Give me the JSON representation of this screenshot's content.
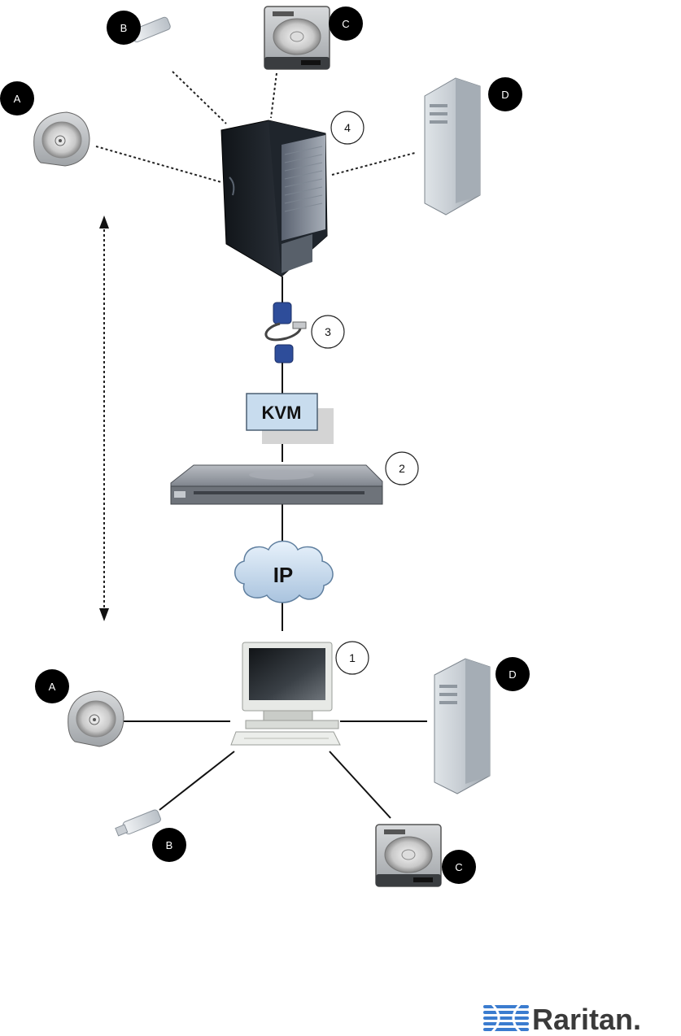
{
  "diagram": {
    "badges": {
      "top_a": "A",
      "top_b": "B",
      "top_c": "C",
      "top_d": "D",
      "bottom_a": "A",
      "bottom_b": "B",
      "bottom_c": "C",
      "bottom_d": "D"
    },
    "numbers": {
      "client": "1",
      "kvm_switch": "2",
      "cim": "3",
      "target_server": "4"
    },
    "kvm_box_label": "KVM",
    "cloud_label": "IP",
    "logo_text": "Raritan."
  }
}
